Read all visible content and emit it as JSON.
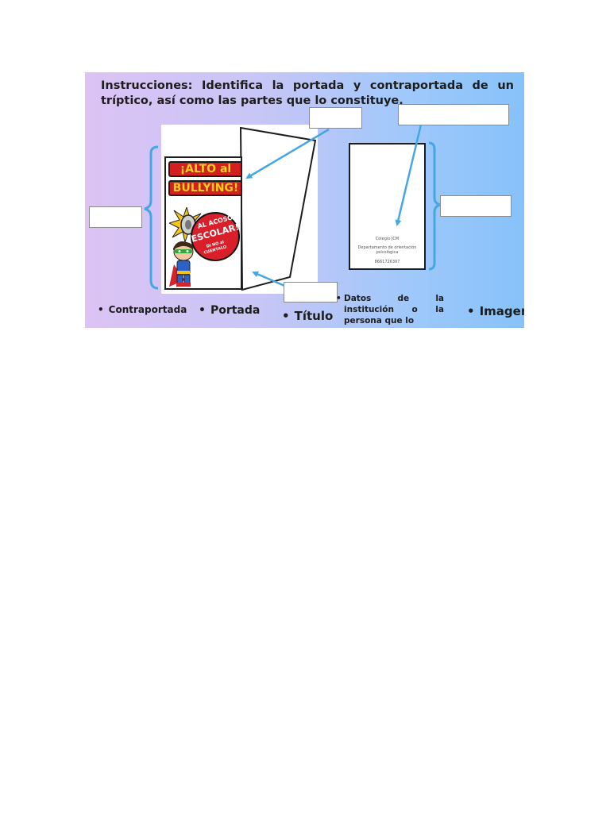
{
  "instructions": "Instrucciones: Identifica la portada y contraportada de un tríptico, así como las partes que lo constituye.",
  "brochure_cover": {
    "title_line1": "¡ALTO al",
    "title_line2": "BULLYING!",
    "badge_line1": "AL ACOSO",
    "badge_line2": "ESCOLAR!",
    "badge_line3": "Di NO al",
    "badge_line4": "CUENTALO"
  },
  "brochure_back": {
    "school": "Colegio JCM",
    "department_line1": "Departamento de orientación",
    "department_line2": "psicológica",
    "phone": "8661726397"
  },
  "options": {
    "contraportada": "Contraportada",
    "portada": "Portada",
    "titulo": "Título",
    "datos_line1_a": "Datos",
    "datos_line1_b": "de",
    "datos_line1_c": "la",
    "datos_line2_a": "institución",
    "datos_line2_b": "o",
    "datos_line2_c": "la",
    "datos_line3": "persona que lo emite.",
    "imagen": "Imagen",
    "bullet": "•"
  },
  "colors": {
    "arrow": "#44a7e4",
    "cover_red": "#d31f1f",
    "cover_yellow": "#f7d21b",
    "text": "#1d1d1d"
  }
}
